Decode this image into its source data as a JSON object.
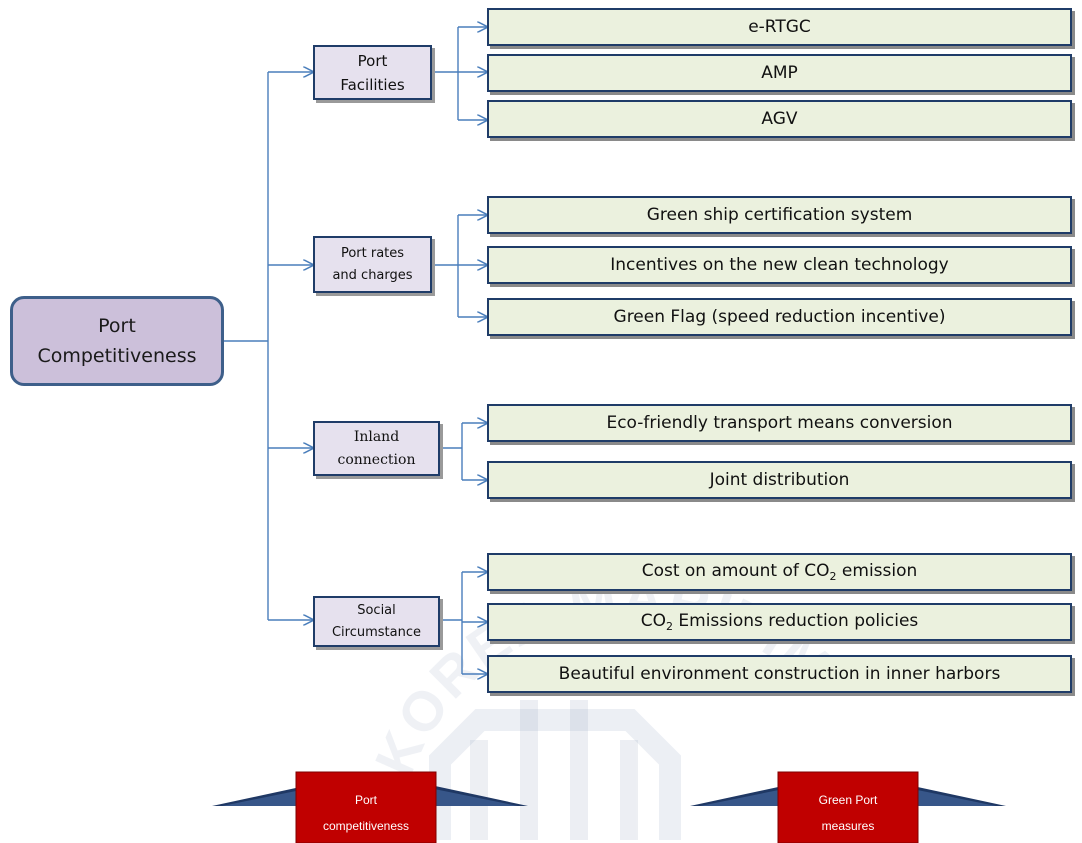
{
  "root": {
    "line1": "Port",
    "line2": "Competitiveness"
  },
  "categories": [
    {
      "line1": "Port",
      "line2": "Facilities"
    },
    {
      "line1": "Port rates",
      "line2": "and charges"
    },
    {
      "line1": "Inland",
      "line2": "connection"
    },
    {
      "line1": "Social",
      "line2": "Circumstance"
    }
  ],
  "leaves": [
    {
      "text": "e-RTGC"
    },
    {
      "text": "AMP"
    },
    {
      "text": "AGV"
    },
    {
      "text": "Green ship certification system"
    },
    {
      "text": "Incentives on the new clean technology"
    },
    {
      "text": "Green Flag (speed reduction incentive)"
    },
    {
      "text": "Eco-friendly transport means conversion"
    },
    {
      "text": "Joint distribution"
    },
    {
      "pre": "Cost on amount of CO",
      "sub": "2",
      "post": " emission"
    },
    {
      "pre": "CO",
      "sub": "2",
      "post": " Emissions reduction policies"
    },
    {
      "text": "Beautiful environment construction in inner harbors"
    }
  ],
  "bottom_arrows": [
    {
      "line1": "Port",
      "line2": "competitiveness"
    },
    {
      "line1": "Green Port",
      "line2": "measures"
    }
  ],
  "watermark": {
    "text": "KOREA MARITIME UNIVERSITY"
  },
  "colors": {
    "root_fill": "#ccc0da",
    "category_fill": "#e6e1ee",
    "leaf_fill": "#ebf1de",
    "border": "#1f3c68",
    "connector": "#4a7ebb",
    "arrow_red": "#c00000",
    "arrow_blue": "#1f3864"
  }
}
